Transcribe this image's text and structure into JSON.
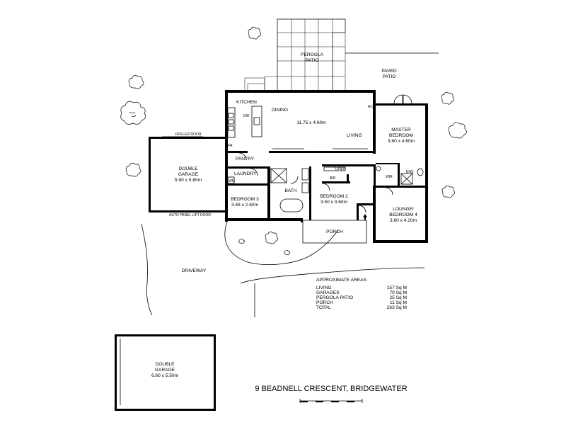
{
  "title": "9 BEADNELL CRESCENT, BRIDGEWATER",
  "rooms": {
    "pergola": [
      "PERGOLA",
      "PATIO"
    ],
    "paved_patio": [
      "PAVED",
      "PATIO"
    ],
    "kitchen": "KITCHEN",
    "dining": "DINING",
    "living_dims": "11.75 x 4.60m",
    "living": "LIVING",
    "dw": "DW",
    "ac": "AC",
    "fr": "FR",
    "pantry": "PANTRY",
    "laundry": "LAUNDRY",
    "wm": "WM",
    "bath": "BATH",
    "linen": "LINEN",
    "bir": "BIR",
    "bedroom2": [
      "BEDROOM 2",
      "3.50 x 3.60m"
    ],
    "bedroom3": [
      "BEDROOM 3",
      "3.46 x 2.60m"
    ],
    "master": [
      "MASTER",
      "BEDROOM",
      "3.80 x 4.60m"
    ],
    "wir": "WIR",
    "ens": "ENS",
    "lounge": [
      "LOUNGE/",
      "BEDROOM 4",
      "3.80 x 4.20m"
    ],
    "porch": "PORCH",
    "garage1": [
      "DOUBLE",
      "GARAGE",
      "5.90 x 5.80m"
    ],
    "roller_door": "ROLLER DOOR",
    "auto_door": "AUTO PANEL LIFT DOOR",
    "driveway": "DRIVEWAY",
    "garage2": [
      "DOUBLE",
      "GARAGE",
      "6.60 x 5.50m"
    ]
  },
  "areas": {
    "heading": "APPROXIMATE AREAS",
    "rows": [
      {
        "label": "LIVING",
        "value": "157 Sq M"
      },
      {
        "label": "GARAGES",
        "value": "70 Sq M"
      },
      {
        "label": "PERGOLA PATIO",
        "value": "25 Sq M"
      },
      {
        "label": "PORCH",
        "value": "11 Sq M"
      },
      {
        "label": "TOTAL",
        "value": "263 Sq M"
      }
    ]
  }
}
